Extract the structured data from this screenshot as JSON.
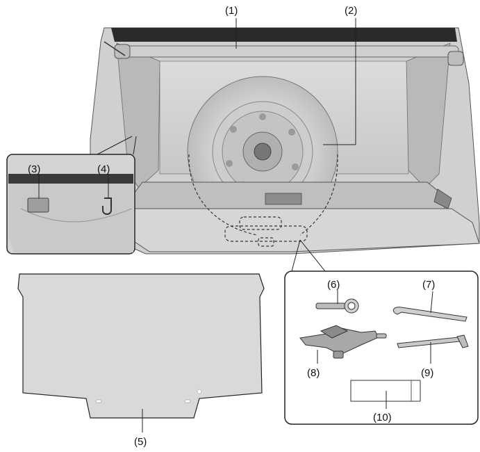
{
  "callouts": {
    "c1": "(1)",
    "c2": "(2)",
    "c3": "(3)",
    "c4": "(4)",
    "c5": "(5)",
    "c6": "(6)",
    "c7": "(7)",
    "c8": "(8)",
    "c9": "(9)",
    "c10": "(10)"
  },
  "colors": {
    "line": "#222222",
    "trunk_dark": "#2a2a2a",
    "panel_gray": "#d4d4d4",
    "board_gray": "#d9d9d9"
  }
}
